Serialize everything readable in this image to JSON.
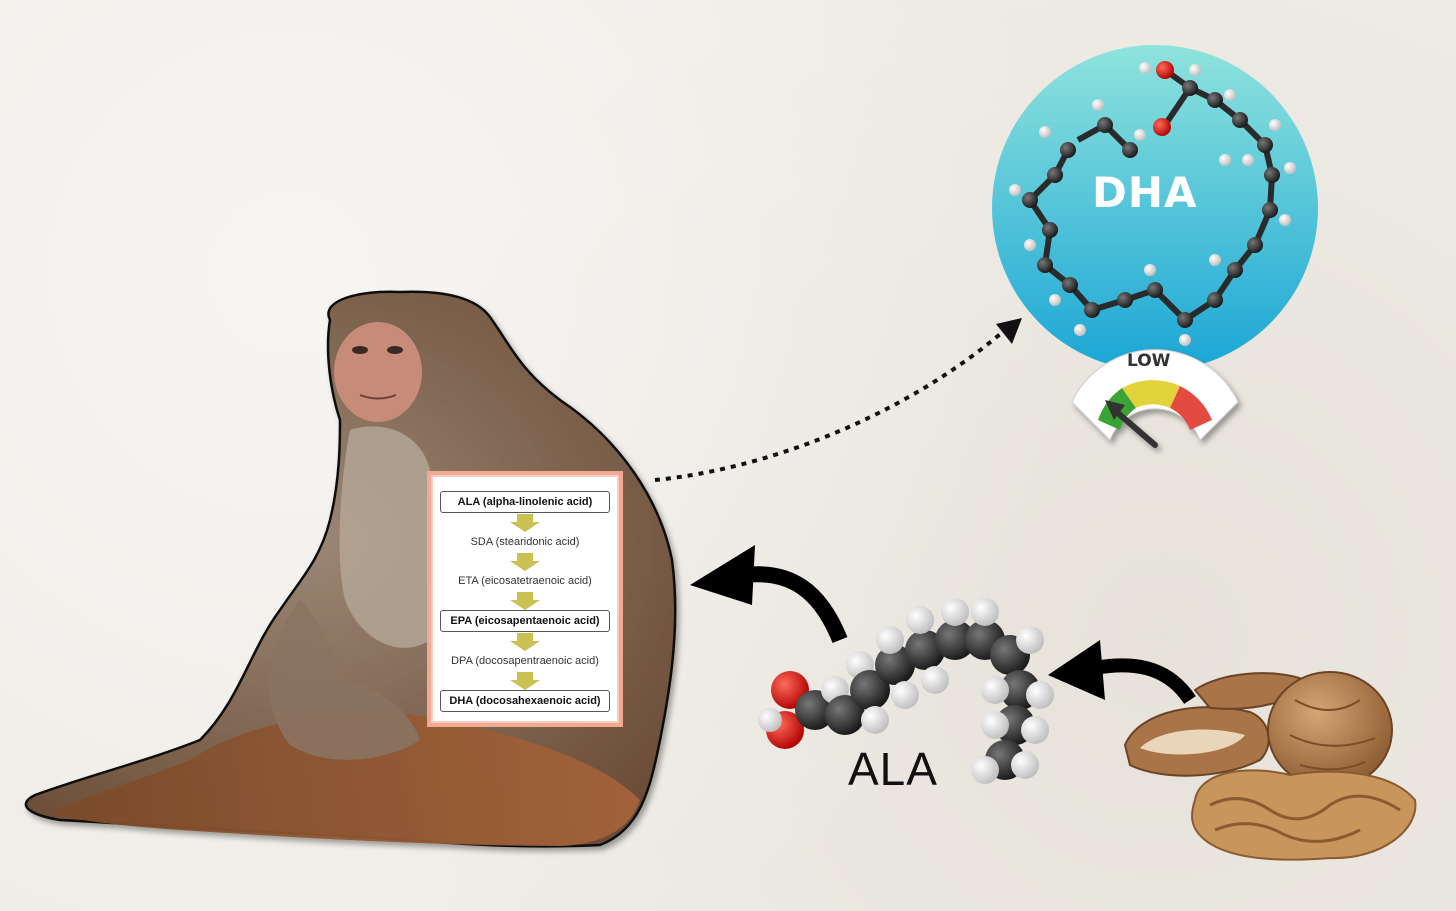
{
  "pathway": {
    "steps": [
      {
        "label": "ALA (alpha-linolenic acid)",
        "boxed": true
      },
      {
        "label": "SDA (stearidonic acid)",
        "boxed": false
      },
      {
        "label": "ETA (eicosatetraenoic acid)",
        "boxed": false
      },
      {
        "label": "EPA (eicosapentaenoic acid)",
        "boxed": true
      },
      {
        "label": "DPA (docosapentraenoic acid)",
        "boxed": false
      },
      {
        "label": "DHA (docosahexaenoic acid)",
        "boxed": true
      }
    ]
  },
  "molecules": {
    "ala_label": "ALA",
    "dha_label": "DHA"
  },
  "gauge": {
    "label": "LOW",
    "colors": [
      "#3aa235",
      "#e2d23a",
      "#e34b41"
    ]
  },
  "colors": {
    "dha_circle_top": "#8fe3dc",
    "dha_circle_bottom": "#1aa6d6",
    "pathway_border": "#f2a994",
    "pathway_arrow": "#c9c152"
  }
}
